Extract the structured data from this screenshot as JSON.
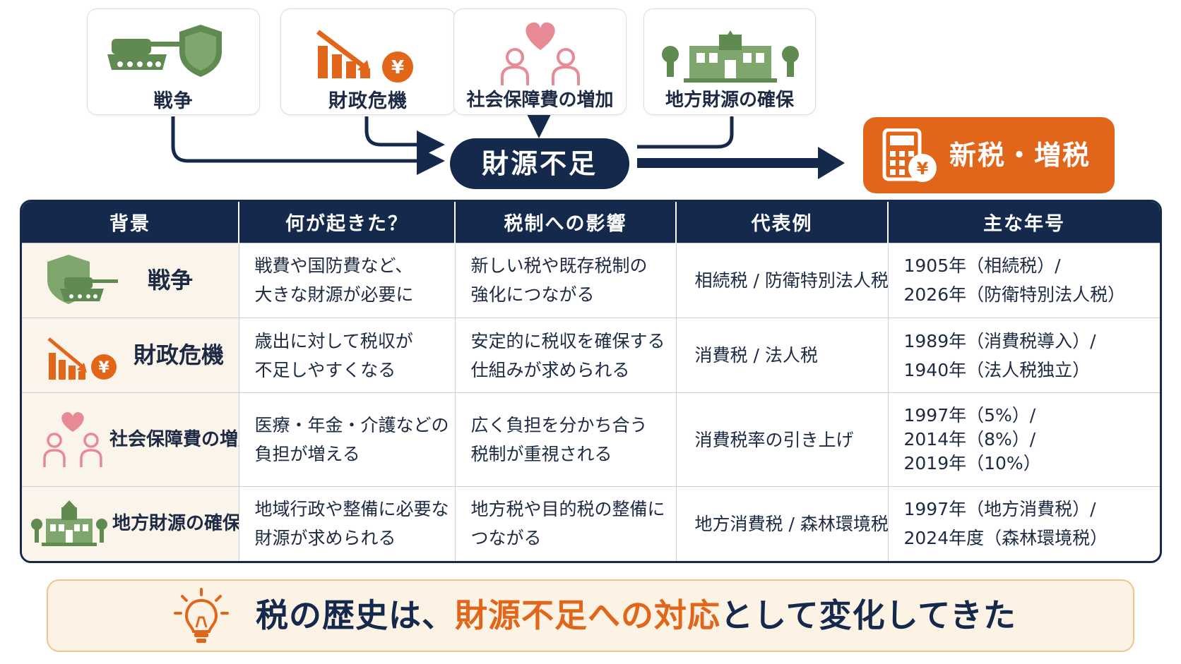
{
  "flow": {
    "causes": [
      {
        "label": "戦争",
        "icon": "tank-shield-icon"
      },
      {
        "label": "財政危機",
        "icon": "declining-chart-yen-icon"
      },
      {
        "label": "社会保障費の増加",
        "icon": "people-heart-icon"
      },
      {
        "label": "地方財源の確保",
        "icon": "town-hall-icon"
      }
    ],
    "shortage_label": "財源不足",
    "result_label": "新税・増税",
    "result_icon": "calculator-yen-icon"
  },
  "table": {
    "headers": [
      "背景",
      "何が起きた？",
      "税制への影響",
      "代表例",
      "主な年号"
    ],
    "rows": [
      {
        "background": "戦争",
        "icon": "shield-tank-icon",
        "what": [
          "戦費や国防費など、",
          "大きな財源が必要に"
        ],
        "impact": [
          "新しい税や既存税制の",
          "強化につながる"
        ],
        "example": "相続税 / 防衛特別法人税",
        "years": [
          "1905年（相続税）/",
          "2026年（防衛特別法人税）"
        ]
      },
      {
        "background": "財政危機",
        "icon": "declining-chart-yen-icon",
        "what": [
          "歳出に対して税収が",
          "不足しやすくなる"
        ],
        "impact": [
          "安定的に税収を確保する",
          "仕組みが求められる"
        ],
        "example": "消費税 / 法人税",
        "years": [
          "1989年（消費税導入）/",
          "1940年（法人税独立）"
        ]
      },
      {
        "background": "社会保障費の増加",
        "icon": "people-heart-icon",
        "what": [
          "医療・年金・介護などの",
          "負担が増える"
        ],
        "impact": [
          "広く負担を分かち合う",
          "税制が重視される"
        ],
        "example": "消費税率の引き上げ",
        "years": [
          "1997年（5%）/",
          "2014年（8%）/",
          "2019年（10%）"
        ]
      },
      {
        "background": "地方財源の確保",
        "icon": "town-hall-icon",
        "what": [
          "地域行政や整備に必要な",
          "財源が求められる"
        ],
        "impact": [
          "地方税や目的税の整備に",
          "つながる"
        ],
        "example": "地方消費税 / 森林環境税",
        "years": [
          "1997年（地方消費税）/",
          "2024年度（森林環境税）"
        ]
      }
    ]
  },
  "conclusion": {
    "icon": "lightbulb-icon",
    "text_before": "税の歴史は、",
    "text_highlight": "財源不足への対応",
    "text_after": "として変化してきた"
  },
  "colors": {
    "navy": "#15294d",
    "orange": "#e2661a",
    "green": "#5f8a50",
    "pink": "#e88a96",
    "cream": "#fbf4ea"
  }
}
